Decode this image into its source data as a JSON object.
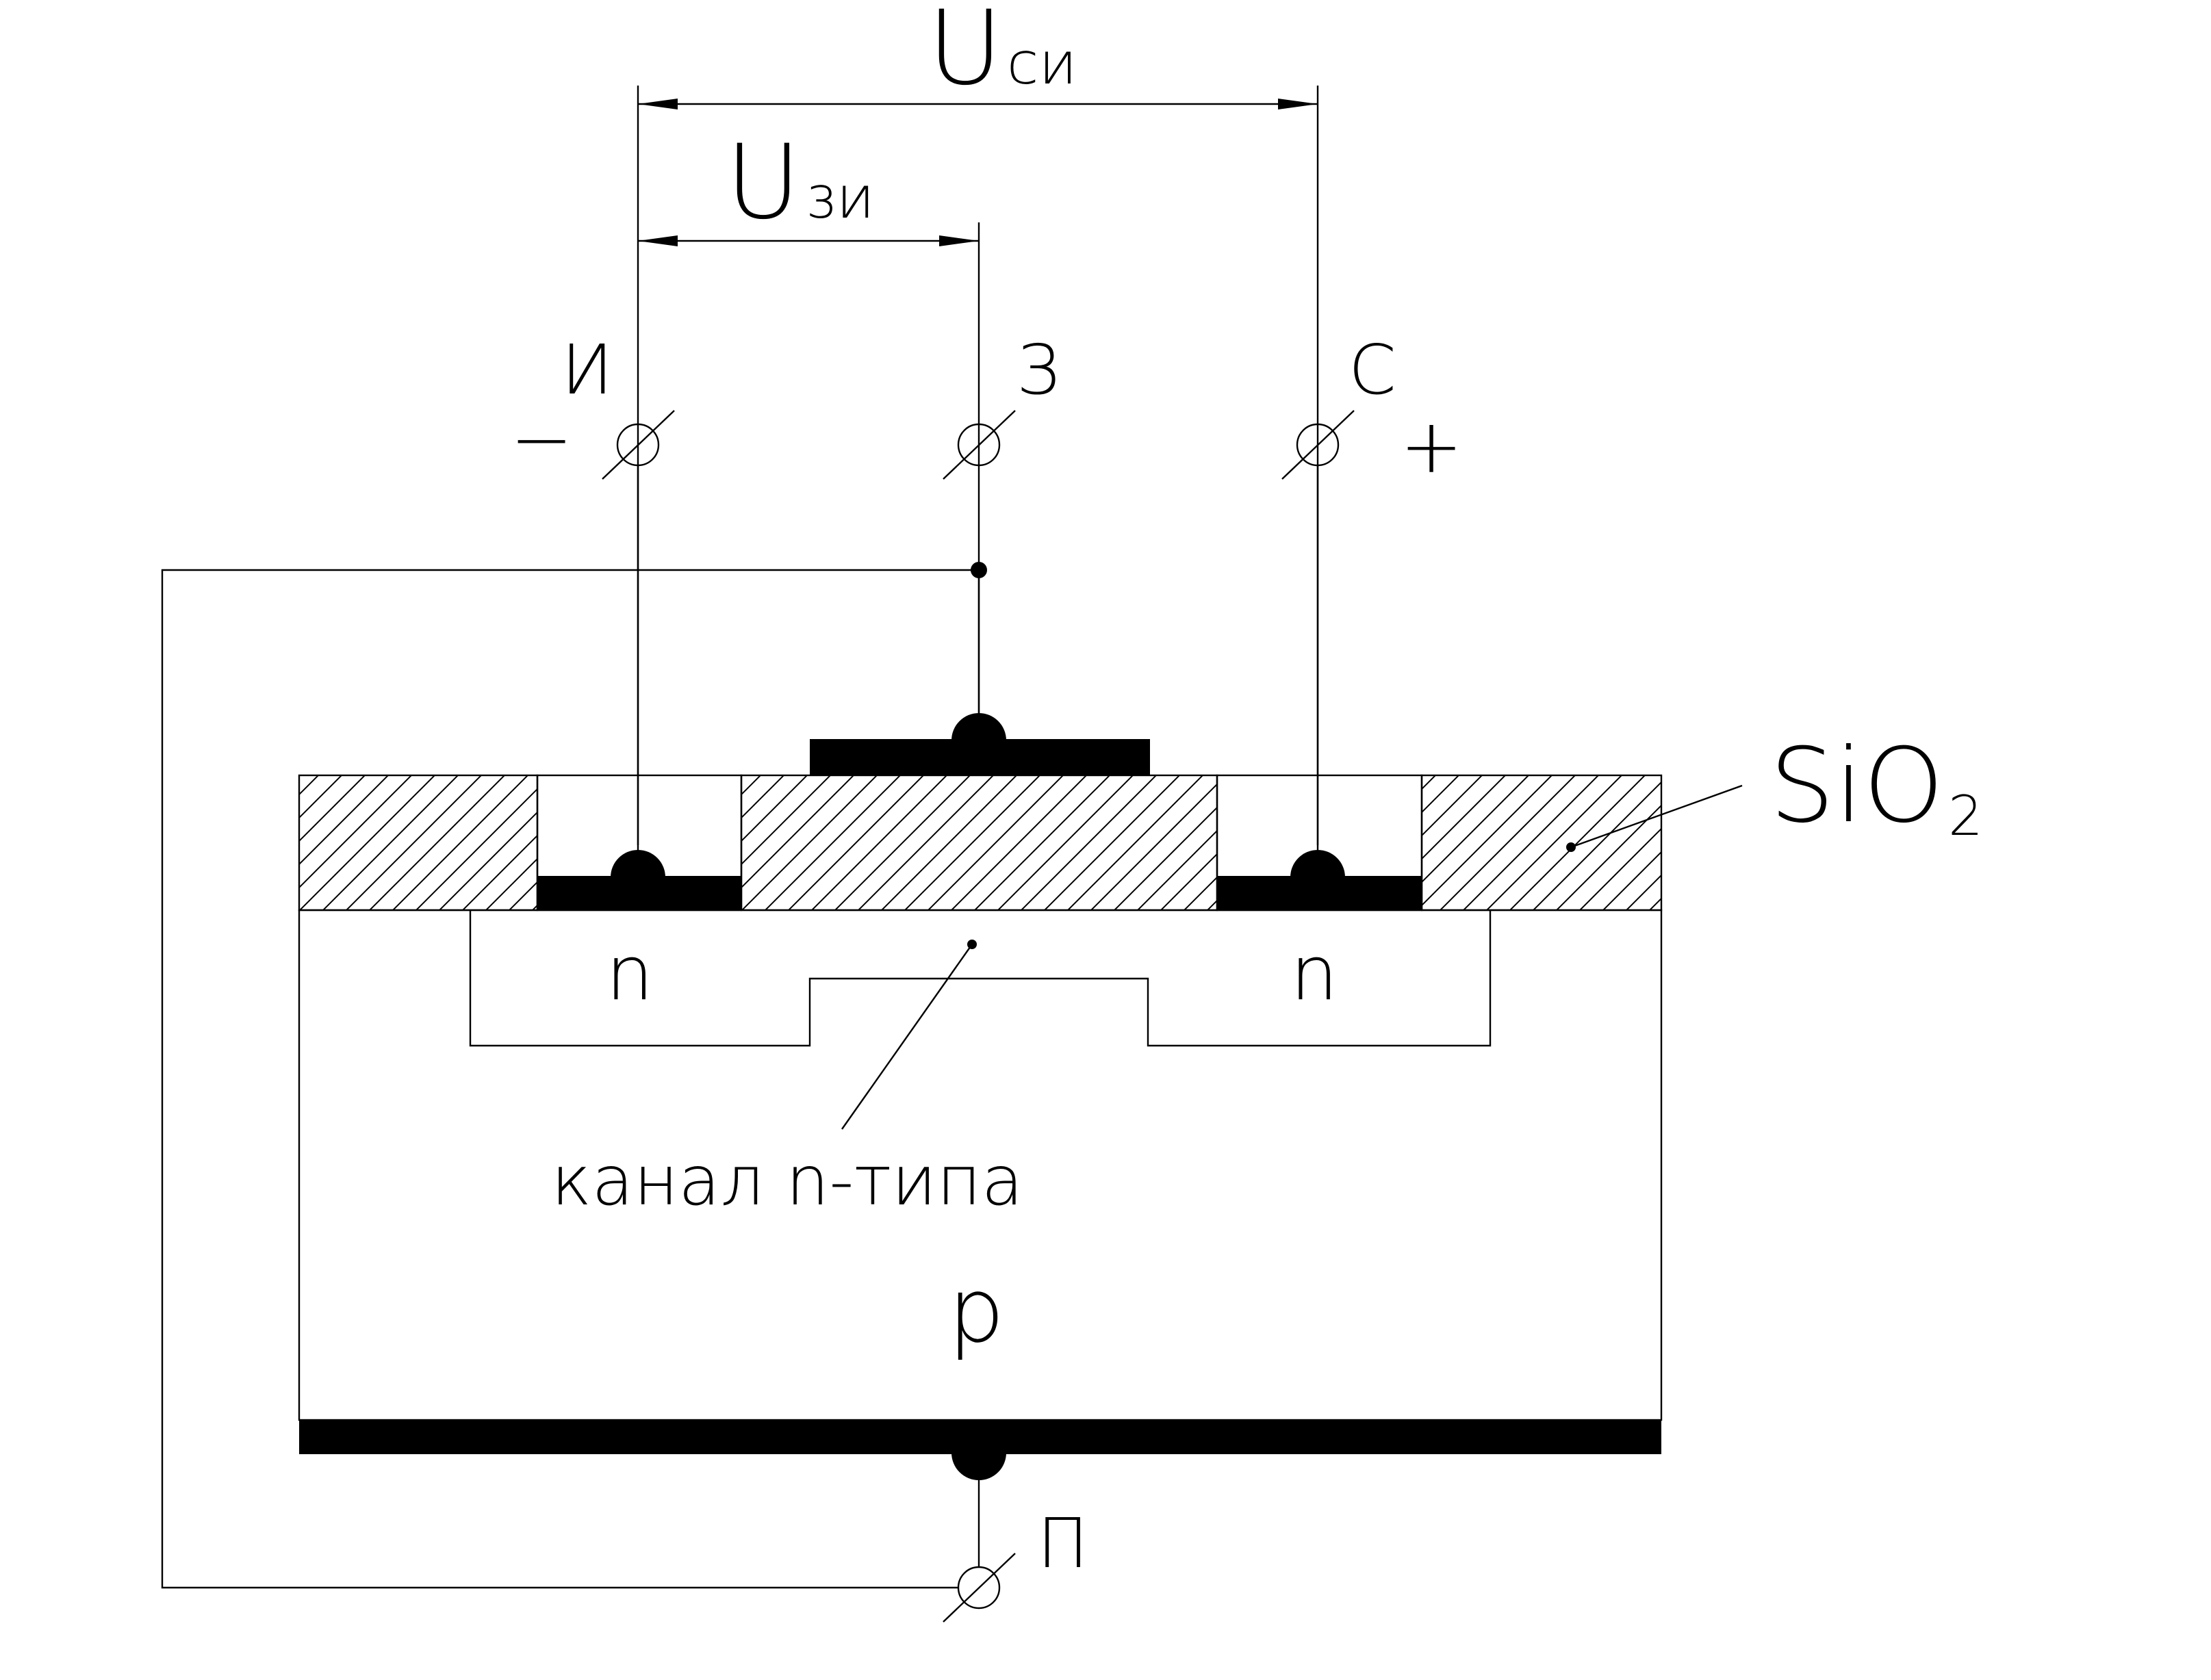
{
  "diagram": {
    "voltages": {
      "drain_source": {
        "main": "U",
        "sub": "си"
      },
      "gate_source": {
        "main": "U",
        "sub": "зи"
      }
    },
    "terminals": {
      "source": {
        "label": "И",
        "polarity": "−"
      },
      "gate": {
        "label": "З"
      },
      "drain": {
        "label": "С",
        "polarity": "+"
      },
      "substrate": {
        "label": "П"
      }
    },
    "regions": {
      "source_region": "n",
      "drain_region": "n",
      "substrate": "p"
    },
    "annotations": {
      "oxide": {
        "main": "SiO",
        "sub": "2"
      },
      "channel": "канал n-типа"
    },
    "colors": {
      "line": "#000000",
      "background": "#ffffff"
    }
  }
}
